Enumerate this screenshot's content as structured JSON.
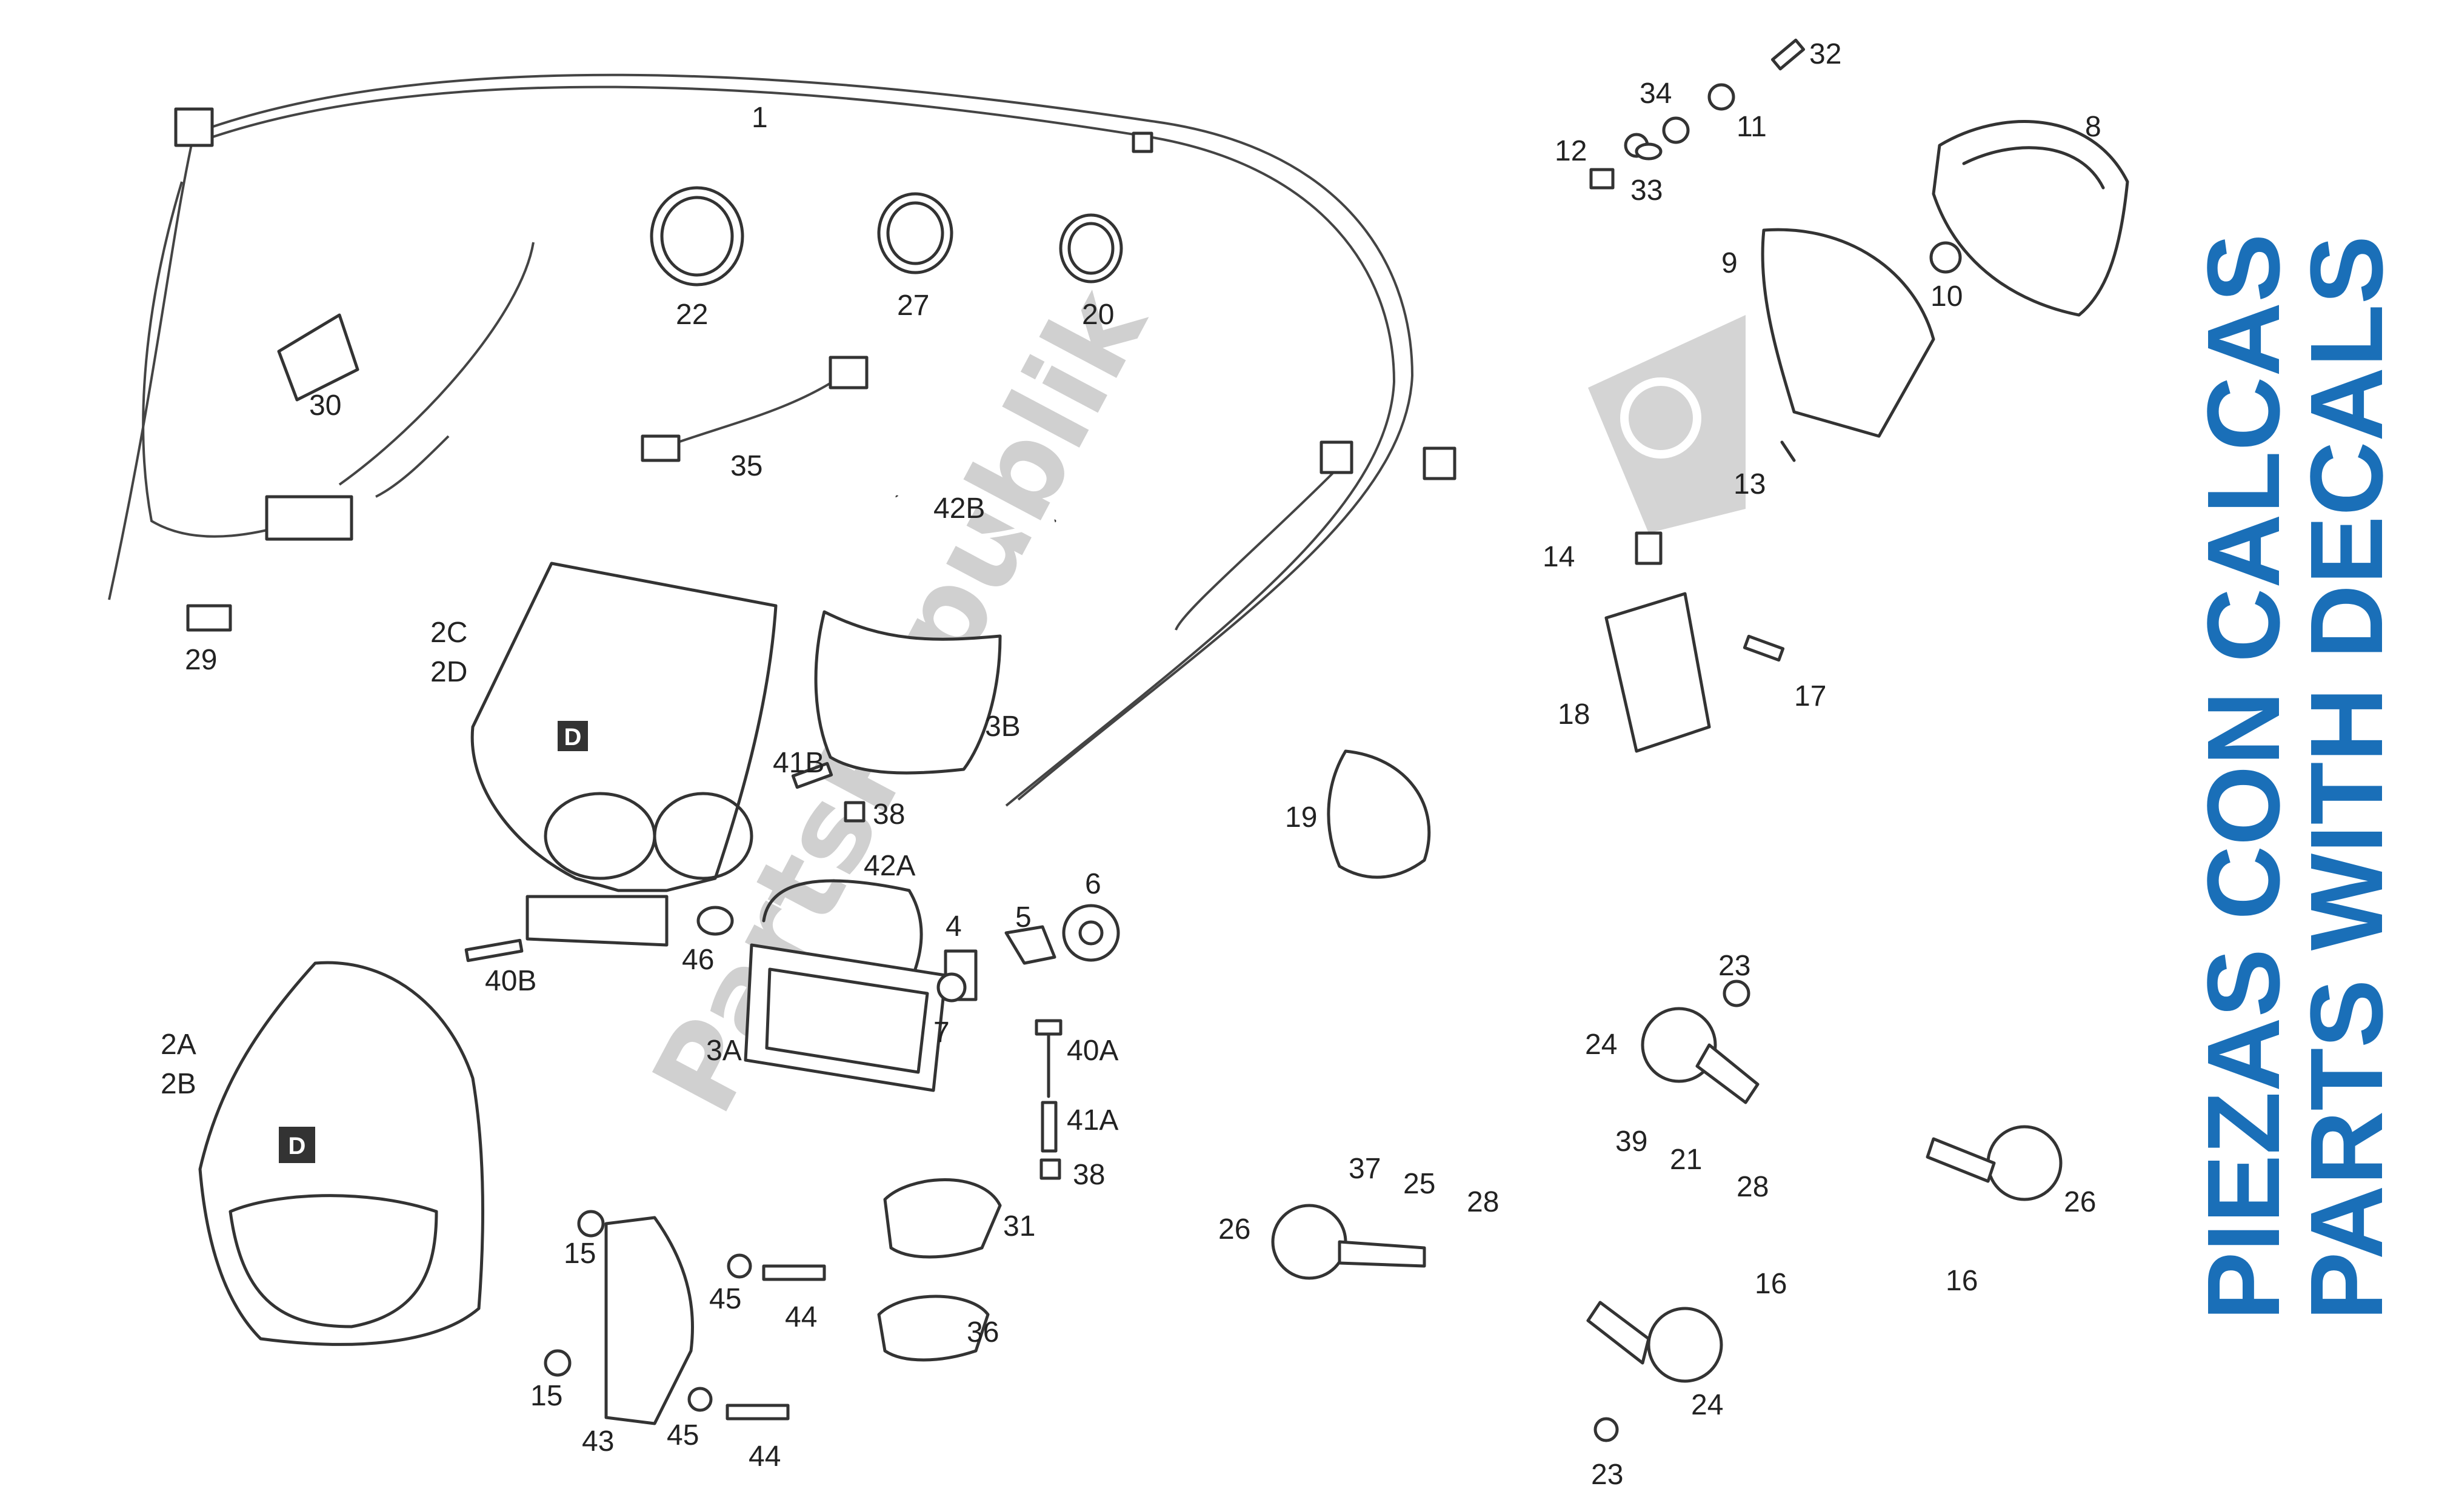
{
  "labels": {
    "p1": "1",
    "p2a": "2A",
    "p2b": "2B",
    "p2c": "2C",
    "p2d": "2D",
    "p3a": "3A",
    "p3b": "3B",
    "p4": "4",
    "p5": "5",
    "p6": "6",
    "p7": "7",
    "p8": "8",
    "p9": "9",
    "p10": "10",
    "p11": "11",
    "p12": "12",
    "p13": "13",
    "p14": "14",
    "p15a": "15",
    "p15b": "15",
    "p16a": "16",
    "p16b": "16",
    "p17": "17",
    "p18": "18",
    "p19": "19",
    "p20": "20",
    "p21": "21",
    "p22": "22",
    "p23a": "23",
    "p23b": "23",
    "p24a": "24",
    "p24b": "24",
    "p25": "25",
    "p26a": "26",
    "p26b": "26",
    "p27": "27",
    "p28a": "28",
    "p28b": "28",
    "p29": "29",
    "p30": "30",
    "p31": "31",
    "p32": "32",
    "p33": "33",
    "p34": "34",
    "p35": "35",
    "p36": "36",
    "p37": "37",
    "p38a": "38",
    "p38b": "38",
    "p39": "39",
    "p40a": "40A",
    "p40b": "40B",
    "p41a": "41A",
    "p41b": "41B",
    "p42a": "42A",
    "p42b": "42B",
    "p43": "43",
    "p44a": "44",
    "p44b": "44",
    "p45a": "45",
    "p45b": "45",
    "p46": "46"
  },
  "decal_line1": "PIEZAS CON CALCAS",
  "decal_line2": "PARTS WITH DECALS",
  "watermark": "PartsRepublik",
  "badge_letter": "D",
  "colors": {
    "decal_text": "#1a6fb8",
    "line": "#333333",
    "watermark": "#c8c8c8"
  }
}
